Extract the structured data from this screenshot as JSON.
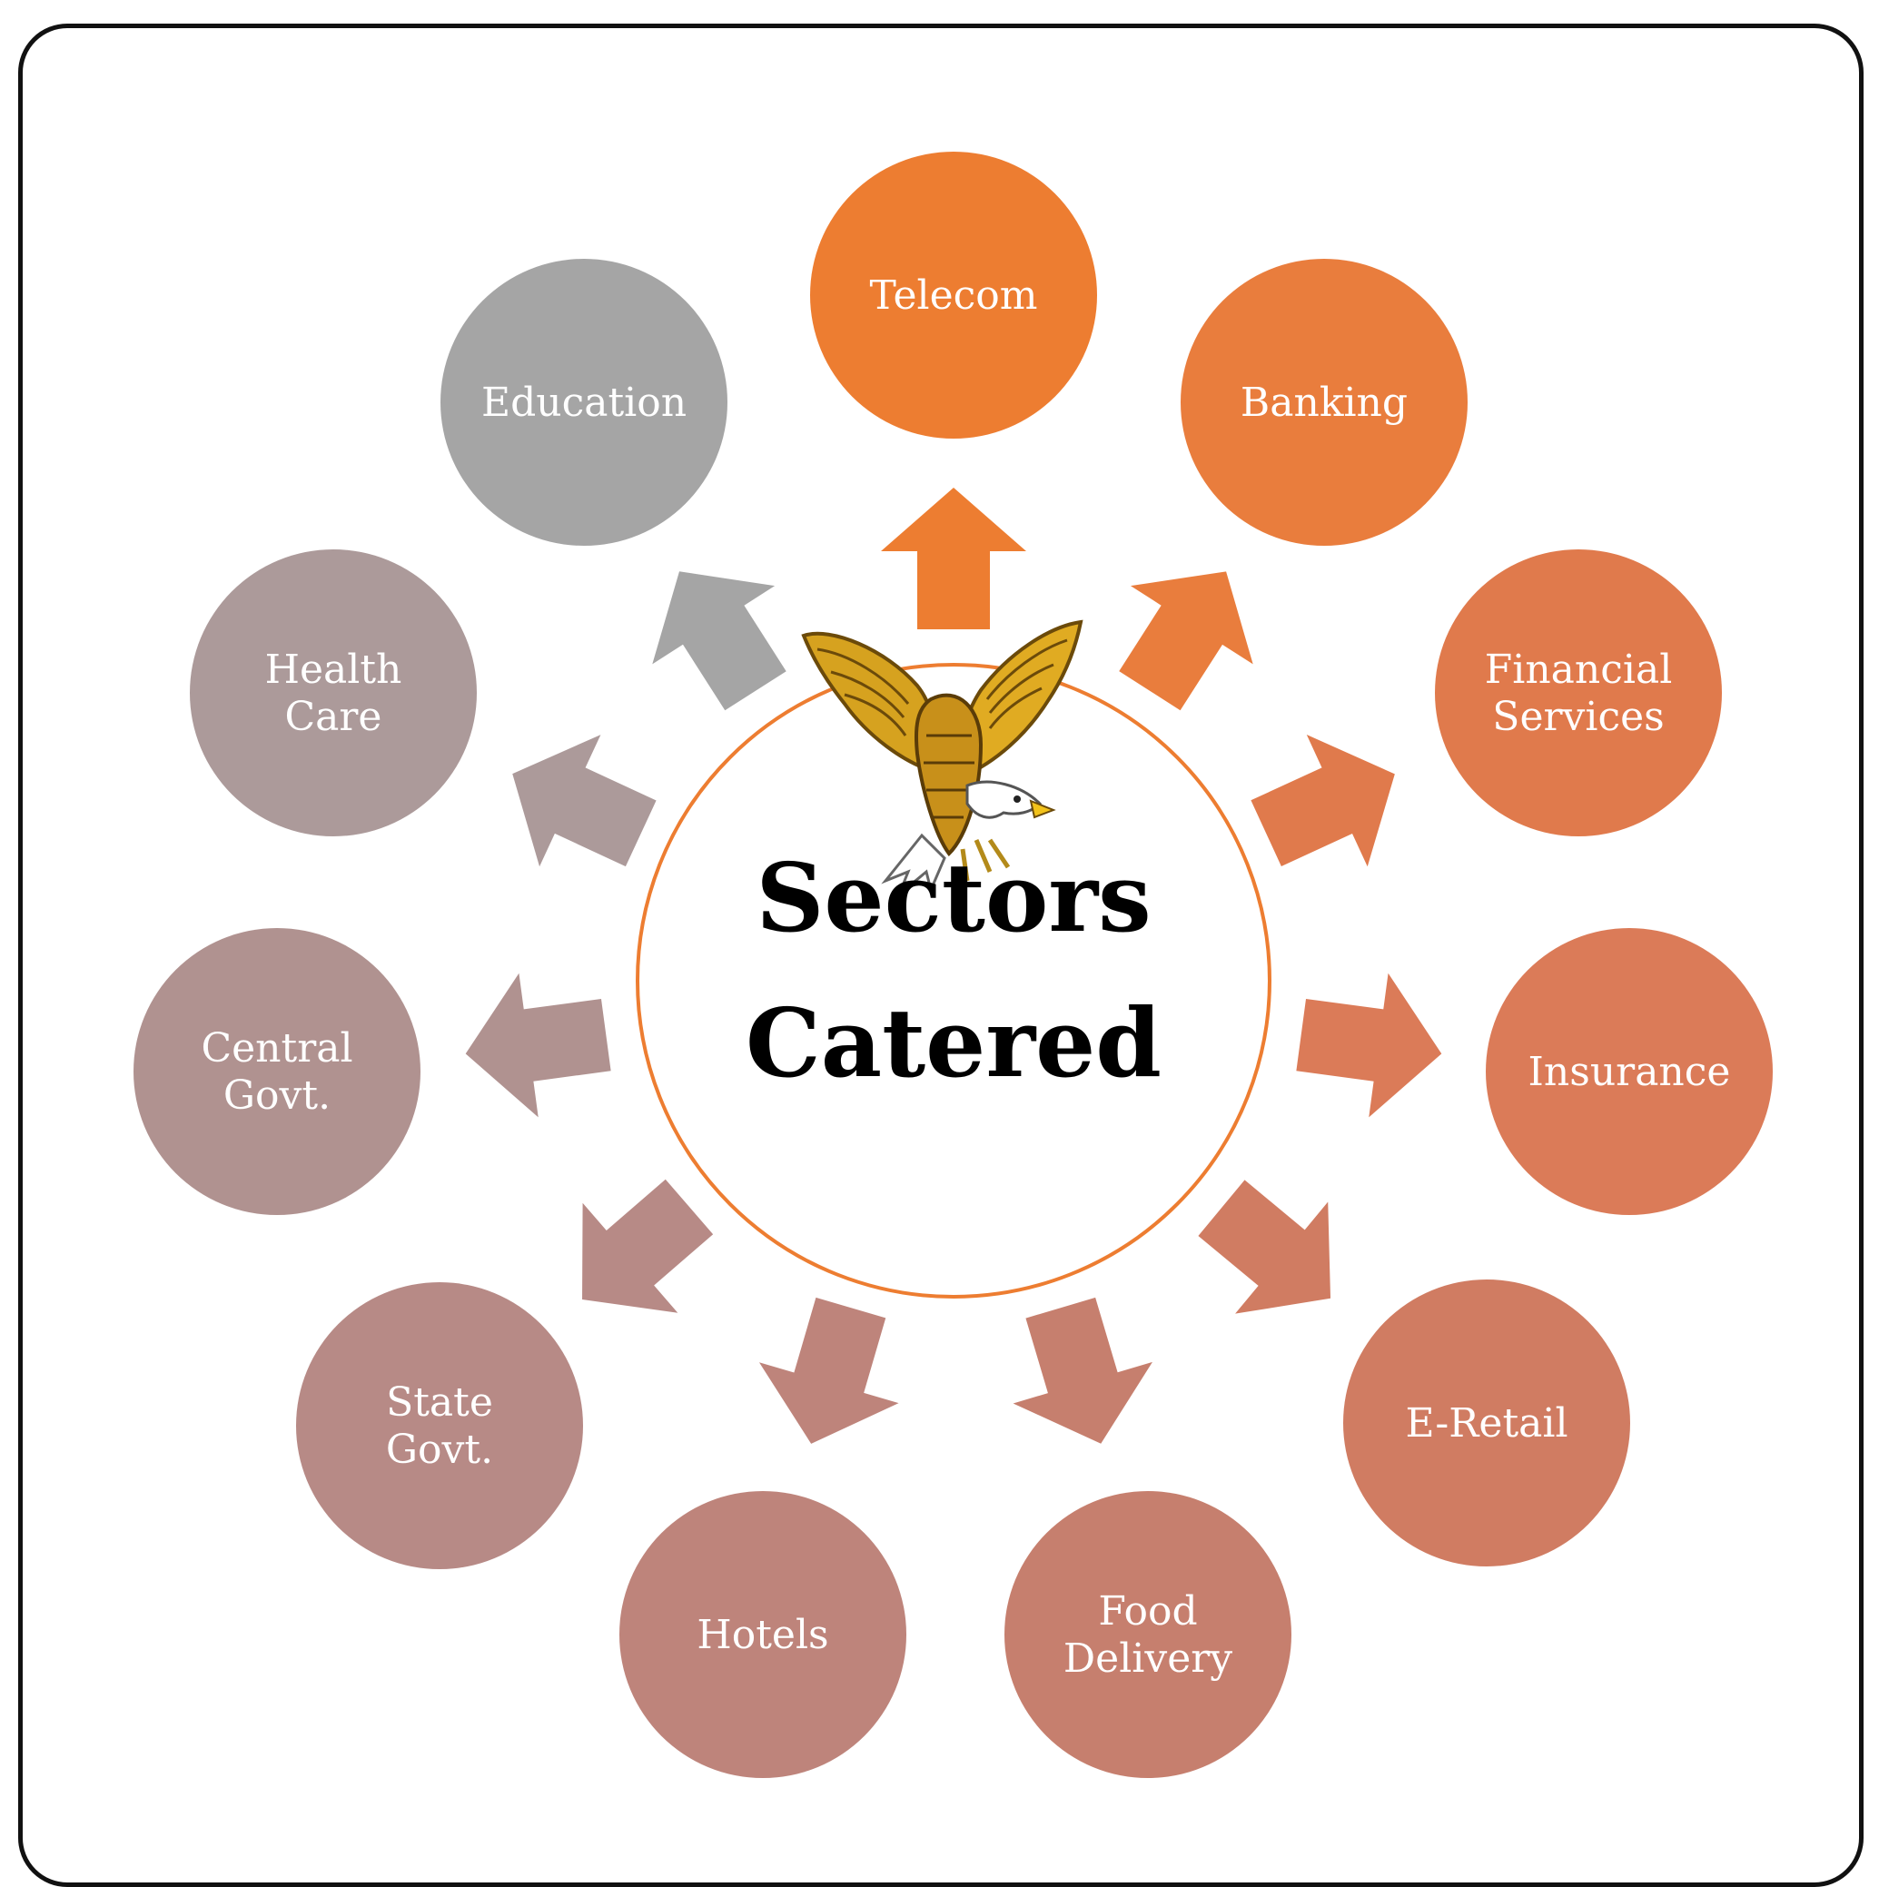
{
  "diagram": {
    "center": {
      "lines": [
        "Sectors",
        "Catered"
      ],
      "logo_icon": "eagle-logo"
    },
    "nodes": [
      {
        "id": "telecom",
        "lines": [
          "Telecom"
        ],
        "color": "#ed7d31"
      },
      {
        "id": "banking",
        "lines": [
          "Banking"
        ],
        "color": "#e97d3d"
      },
      {
        "id": "financial",
        "lines": [
          "Financial",
          "Services"
        ],
        "color": "#e07a4c"
      },
      {
        "id": "insurance",
        "lines": [
          "Insurance"
        ],
        "color": "#db7b58"
      },
      {
        "id": "eretail",
        "lines": [
          "E-Retail"
        ],
        "color": "#d07c62"
      },
      {
        "id": "food",
        "lines": [
          "Food",
          "Delivery"
        ],
        "color": "#c67f6e"
      },
      {
        "id": "hotels",
        "lines": [
          "Hotels"
        ],
        "color": "#be847b"
      },
      {
        "id": "state",
        "lines": [
          "State",
          "Govt."
        ],
        "color": "#b78a86"
      },
      {
        "id": "central",
        "lines": [
          "Central",
          "Govt."
        ],
        "color": "#b09290"
      },
      {
        "id": "health",
        "lines": [
          "Health",
          "Care"
        ],
        "color": "#ac9a9a"
      },
      {
        "id": "education",
        "lines": [
          "Education"
        ],
        "color": "#a5a5a5"
      }
    ],
    "colors": {
      "ring": "#ed7d31",
      "frame": "#111111"
    }
  }
}
